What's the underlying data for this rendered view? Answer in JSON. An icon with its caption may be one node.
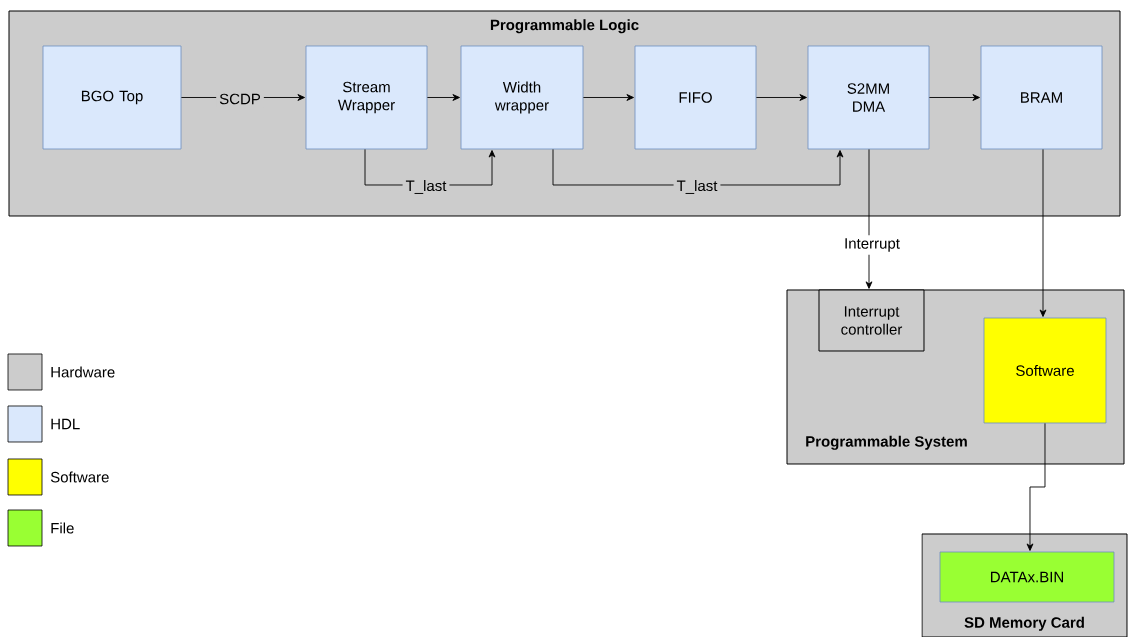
{
  "diagram": {
    "nodes": [
      {
        "text": [
          "Programmable Logic"
        ]
      },
      {
        "text": [
          "BGO Top"
        ],
        "in": 0
      },
      {
        "text": [
          "Stream Wrapper"
        ],
        "in": 0
      },
      {
        "text": [
          "Width wrapper"
        ],
        "in": 0
      },
      {
        "text": [
          "FIFO"
        ],
        "in": 0
      },
      {
        "text": [
          "S2MM DMA"
        ],
        "in": 0
      },
      {
        "text": [
          "BRAM"
        ],
        "in": 0
      },
      {
        "text": [
          "Programmable System"
        ]
      },
      {
        "text": [
          "Interrupt controller"
        ],
        "in": 7
      },
      {
        "text": [
          "Software"
        ],
        "in": 7
      },
      {
        "text": [
          "SD Memory Card"
        ]
      },
      {
        "text": [
          "DATAx.BIN"
        ],
        "in": 10
      }
    ],
    "edges": [
      {
        "from": 1,
        "to": 2,
        "arrow": "to",
        "label": "SCDP"
      },
      {
        "from": 2,
        "to": 3,
        "arrow": "to"
      },
      {
        "from": 3,
        "to": 4,
        "arrow": "to"
      },
      {
        "from": 4,
        "to": 5,
        "arrow": "to"
      },
      {
        "from": 5,
        "to": 6,
        "arrow": "to"
      },
      {
        "from": 2,
        "to": 3,
        "arrow": "to",
        "label": "T_last"
      },
      {
        "from": 3,
        "to": 5,
        "arrow": "to",
        "label": "T_last"
      },
      {
        "from": 5,
        "to": 8,
        "arrow": "to",
        "label": "Interrupt"
      },
      {
        "from": 6,
        "to": 9,
        "arrow": "to"
      },
      {
        "from": 9,
        "to": 11,
        "arrow": "to"
      }
    ],
    "legend": [
      {
        "text": "Hardware",
        "color": "#cccccc"
      },
      {
        "text": "HDL",
        "color": "#dae8fc"
      },
      {
        "text": "Software",
        "color": "#ffff00"
      },
      {
        "text": "File",
        "color": "#99ff33"
      }
    ]
  }
}
